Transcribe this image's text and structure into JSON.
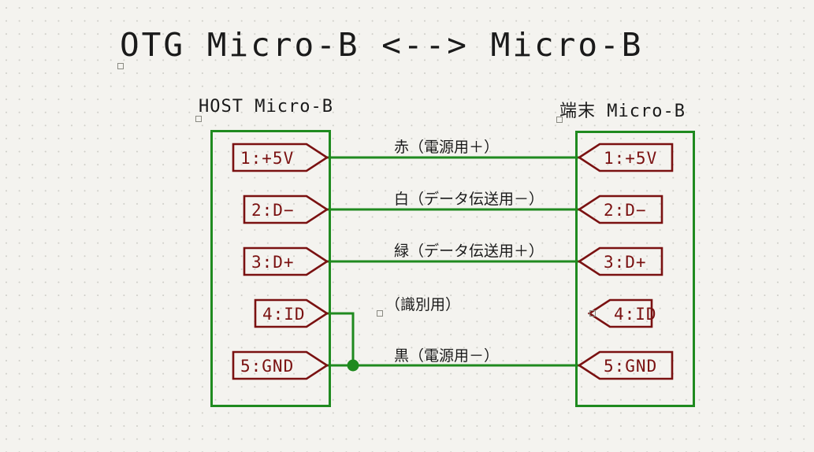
{
  "document": {
    "title": "OTG Micro-B <--> Micro-B",
    "background_color": "#f4f3ef",
    "wire_color": "#1f8a1f",
    "pin_color": "#7a1111",
    "text_color": "#1a1a1a"
  },
  "connectors": [
    {
      "id": "left",
      "title": "HOST Micro-B",
      "pins": [
        {
          "label": "1:+5V"
        },
        {
          "label": "2:D−"
        },
        {
          "label": "3:D+"
        },
        {
          "label": "4:ID"
        },
        {
          "label": "5:GND"
        }
      ]
    },
    {
      "id": "right",
      "title": "端末 Micro-B",
      "pins": [
        {
          "label": "1:+5V"
        },
        {
          "label": "2:D−"
        },
        {
          "label": "3:D+"
        },
        {
          "label": "4:ID"
        },
        {
          "label": "5:GND"
        }
      ]
    }
  ],
  "wire_labels": [
    {
      "id": "w1",
      "text": "赤（電源用＋）"
    },
    {
      "id": "w2",
      "text": "白（データ伝送用－）"
    },
    {
      "id": "w3",
      "text": "緑（データ伝送用＋）"
    },
    {
      "id": "w4",
      "text": "（識別用）"
    },
    {
      "id": "w5",
      "text": "黒（電源用－）"
    }
  ]
}
